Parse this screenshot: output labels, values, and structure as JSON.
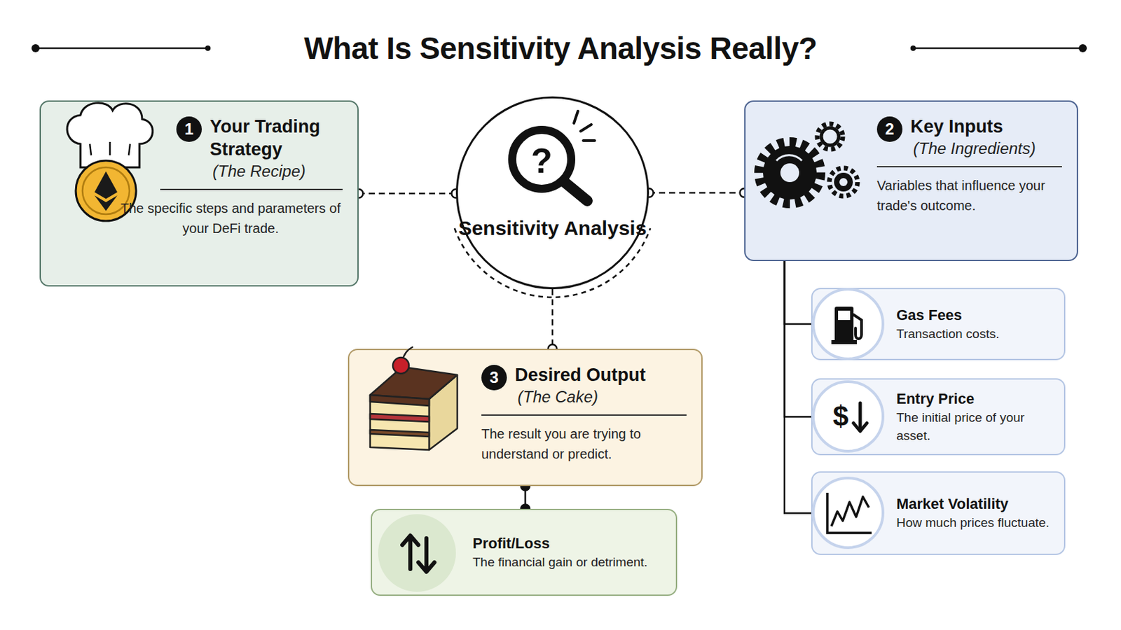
{
  "diagram": {
    "title": "What Is Sensitivity Analysis Really?",
    "nodes": [
      {
        "text": [
          "1",
          "Your Trading Strategy",
          "(The Recipe)",
          "The specific steps and parameters of your DeFi trade."
        ]
      },
      {
        "text": [
          "Sensitivity Analysis"
        ]
      },
      {
        "text": [
          "2",
          "Key Inputs",
          "(The Ingredients)",
          "Variables that influence your trade's outcome."
        ]
      },
      {
        "text": [
          "Gas Fees",
          "Transaction costs."
        ]
      },
      {
        "text": [
          "Entry Price",
          "The initial price of your asset."
        ]
      },
      {
        "text": [
          "Market Volatility",
          "How much prices fluctuate."
        ]
      },
      {
        "text": [
          "3",
          "Desired Output",
          "(The Cake)",
          "The result you are trying to understand or predict."
        ]
      },
      {
        "text": [
          "Profit/Loss",
          "The financial gain or detriment."
        ]
      }
    ],
    "edges": [
      {
        "from": 0,
        "to": 1,
        "arrow": "none"
      },
      {
        "from": 1,
        "to": 2,
        "arrow": "none"
      },
      {
        "from": 1,
        "to": 6,
        "arrow": "none"
      },
      {
        "from": 2,
        "to": 3,
        "arrow": "none"
      },
      {
        "from": 2,
        "to": 4,
        "arrow": "none"
      },
      {
        "from": 2,
        "to": 5,
        "arrow": "none"
      },
      {
        "from": 6,
        "to": 7,
        "arrow": "none"
      }
    ],
    "labels": [
      "?",
      "$"
    ]
  }
}
